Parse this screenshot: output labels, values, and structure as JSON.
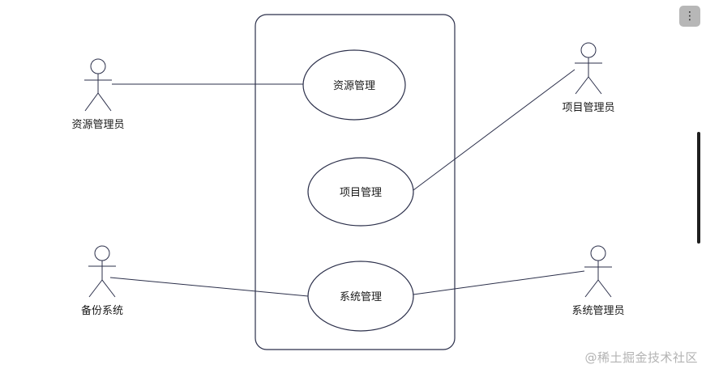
{
  "diagram": {
    "use_cases": {
      "resource": "资源管理",
      "project": "项目管理",
      "system": "系统管理"
    },
    "actors": {
      "resource_admin": "资源管理员",
      "project_admin": "项目管理员",
      "backup_system": "备份系统",
      "system_admin": "系统管理员"
    }
  },
  "ui": {
    "menu_icon": "vertical-dots-icon",
    "menu_glyph": "⋮",
    "watermark": "@稀土掘金技术社区"
  },
  "colors": {
    "stroke": "#2b2f4a",
    "menu_bg": "#b7b7b7",
    "watermark": "#b3b3b3"
  }
}
